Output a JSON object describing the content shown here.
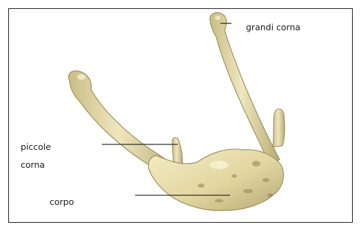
{
  "labels": {
    "greater_horns": "grandi corna",
    "lesser_horns_line1": "piccole",
    "lesser_horns_line2": "corna",
    "body": "corpo"
  },
  "colors": {
    "bone_light": "#efe6b8",
    "bone_mid": "#d8cc8d",
    "bone_shadow": "#8f8456",
    "leader_line": "#2a2a2a"
  }
}
